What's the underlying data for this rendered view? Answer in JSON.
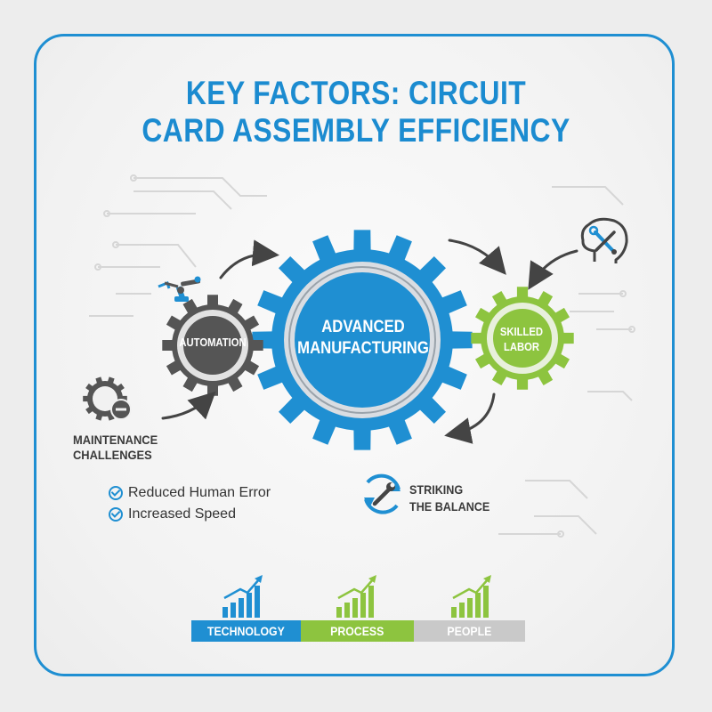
{
  "title": {
    "line1": "KEY FACTORS: CIRCUIT",
    "line2": "CARD ASSEMBLY EFFICIENCY"
  },
  "gears": {
    "main": {
      "line1": "ADVANCED",
      "line2": "MANUFACTURING"
    },
    "automation": {
      "label": "AUTOMATION"
    },
    "skilled": {
      "line1": "SKILLED",
      "line2": "LABOR"
    }
  },
  "maintenance": {
    "line1": "MAINTENANCE",
    "line2": "CHALLENGES"
  },
  "benefits": [
    "Reduced Human Error",
    "Increased Speed"
  ],
  "balance": {
    "line1": "STRIKING",
    "line2": "THE BALANCE"
  },
  "pillars": [
    {
      "label": "TECHNOLOGY",
      "color": "#1f8fd2"
    },
    {
      "label": "PROCESS",
      "color": "#8dc43f"
    },
    {
      "label": "PEOPLE",
      "color": "#c9c9c9"
    }
  ],
  "colors": {
    "blue": "#1f8fd2",
    "green": "#8dc43f",
    "dark_gray": "#555555",
    "title": "#1b8bd0"
  },
  "icons": [
    "robot-arm-icon",
    "head-tools-icon",
    "gear-minus-icon",
    "refresh-wrench-icon",
    "growth-chart-icon"
  ]
}
